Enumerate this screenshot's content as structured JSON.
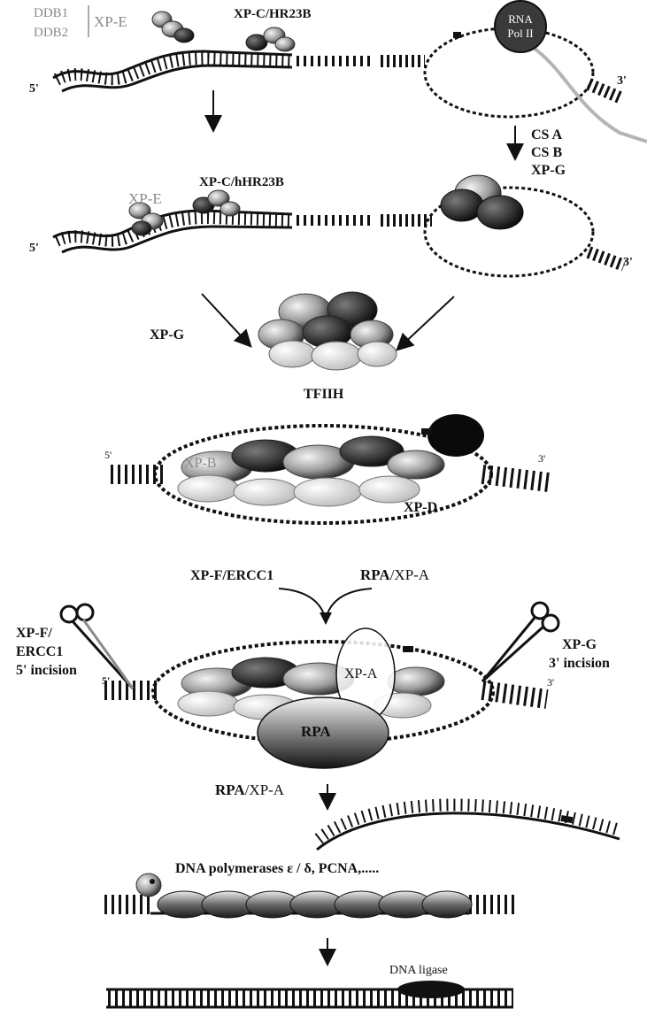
{
  "labels": {
    "ddb1": "DDB1",
    "ddb2": "DDB2",
    "xpe_1": "XP-E",
    "xpc_hr23b": "XP-C/HR23B",
    "rna": "RNA",
    "pol_ii": "Pol II",
    "five_prime": "5'",
    "three_prime": "3'",
    "xpe_2": "XP-E",
    "xpc_hhr23b": "XP-C/hHR23B",
    "csa": "CS A",
    "csb": "CS B",
    "xpg_1": "XP-G",
    "xpg_2": "XP-G",
    "tfiih": "TFIIH",
    "xpb": "XP-B",
    "xpd": "XP-D",
    "xpf_ercc1": "XP-F/ERCC1",
    "rpa_bold": "RPA",
    "slash_xpa": "/XP-A",
    "xpf_slash": "XP-F/",
    "ercc1": "ERCC1",
    "incision_5": "5' incision",
    "xpa": "XP-A",
    "xpg_3": "XP-G",
    "incision_3": "3' incision",
    "rpa": "RPA",
    "polymerases": "DNA polymerases ε / δ, PCNA,.....",
    "ligase": "DNA ligase"
  },
  "colors": {
    "ink": "#111111",
    "grey_text": "#8a8a8a",
    "pol_ii": "#3a3a3a",
    "rna_strand": "#b5b5b5"
  }
}
